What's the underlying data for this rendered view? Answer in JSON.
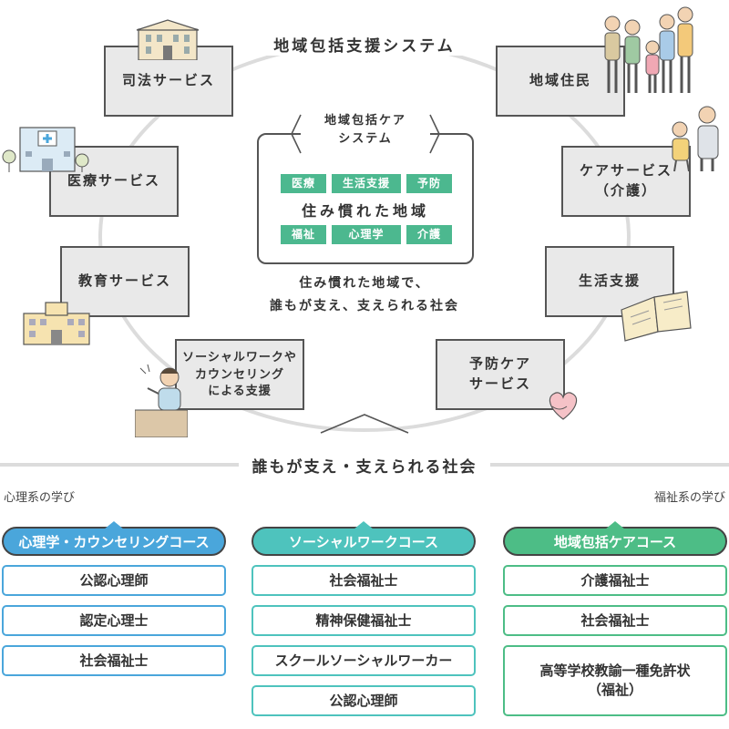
{
  "system": {
    "title": "地域包括支援システム",
    "boxes": [
      {
        "id": "justice",
        "label": "司法サービス"
      },
      {
        "id": "medical",
        "label": "医療サービス"
      },
      {
        "id": "education",
        "label": "教育サービス"
      },
      {
        "id": "socialwork",
        "label": "ソーシャルワークや\nカウンセリング\nによる支援"
      },
      {
        "id": "residents",
        "label": "地域住民"
      },
      {
        "id": "care",
        "label": "ケアサービス\n（介護）"
      },
      {
        "id": "living",
        "label": "生活支援"
      },
      {
        "id": "prevention",
        "label": "予防ケア\nサービス"
      }
    ],
    "center": {
      "title": "地域包括ケア\nシステム",
      "tags_top": [
        "医療",
        "生活支援",
        "予防"
      ],
      "main": "住み慣れた地域",
      "tags_bottom": [
        "福祉",
        "心理学",
        "介護"
      ]
    },
    "description": "住み慣れた地域で、\n誰もが支え、支えられる社会"
  },
  "society_title": "誰もが支え・支えられる社会",
  "spectrum": {
    "left": "心理系の学び",
    "right": "福祉系の学び"
  },
  "courses": [
    {
      "name": "心理学・カウンセリングコース",
      "color": "#4aa6db",
      "qualifications": [
        "公認心理師",
        "認定心理士",
        "社会福祉士"
      ]
    },
    {
      "name": "ソーシャルワークコース",
      "color": "#4ec3bd",
      "qualifications": [
        "社会福祉士",
        "精神保健福祉士",
        "スクールソーシャルワーカー",
        "公認心理師"
      ]
    },
    {
      "name": "地域包括ケアコース",
      "color": "#4dbd86",
      "qualifications": [
        "介護福祉士",
        "社会福祉士",
        "高等学校教諭一種免許状\n（福祉）"
      ]
    }
  ]
}
